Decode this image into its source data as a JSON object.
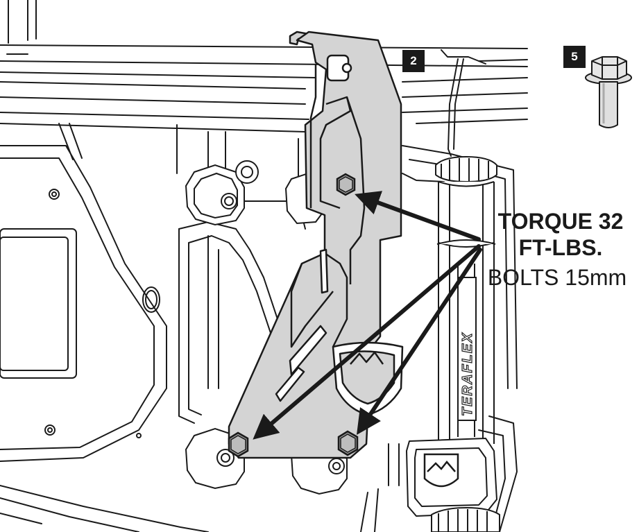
{
  "badges": {
    "bracket_step": "2",
    "bolt_part": "5"
  },
  "callout": {
    "torque_line1": "TORQUE 32",
    "torque_line2": "FT-LBS.",
    "bolt_size": "BOLTS 15mm"
  },
  "logos": {
    "brand_vertical": "TERAFLEX"
  },
  "colors": {
    "line": "#1a1a1a",
    "bracket_fill": "#d4d4d4",
    "background": "#ffffff"
  }
}
